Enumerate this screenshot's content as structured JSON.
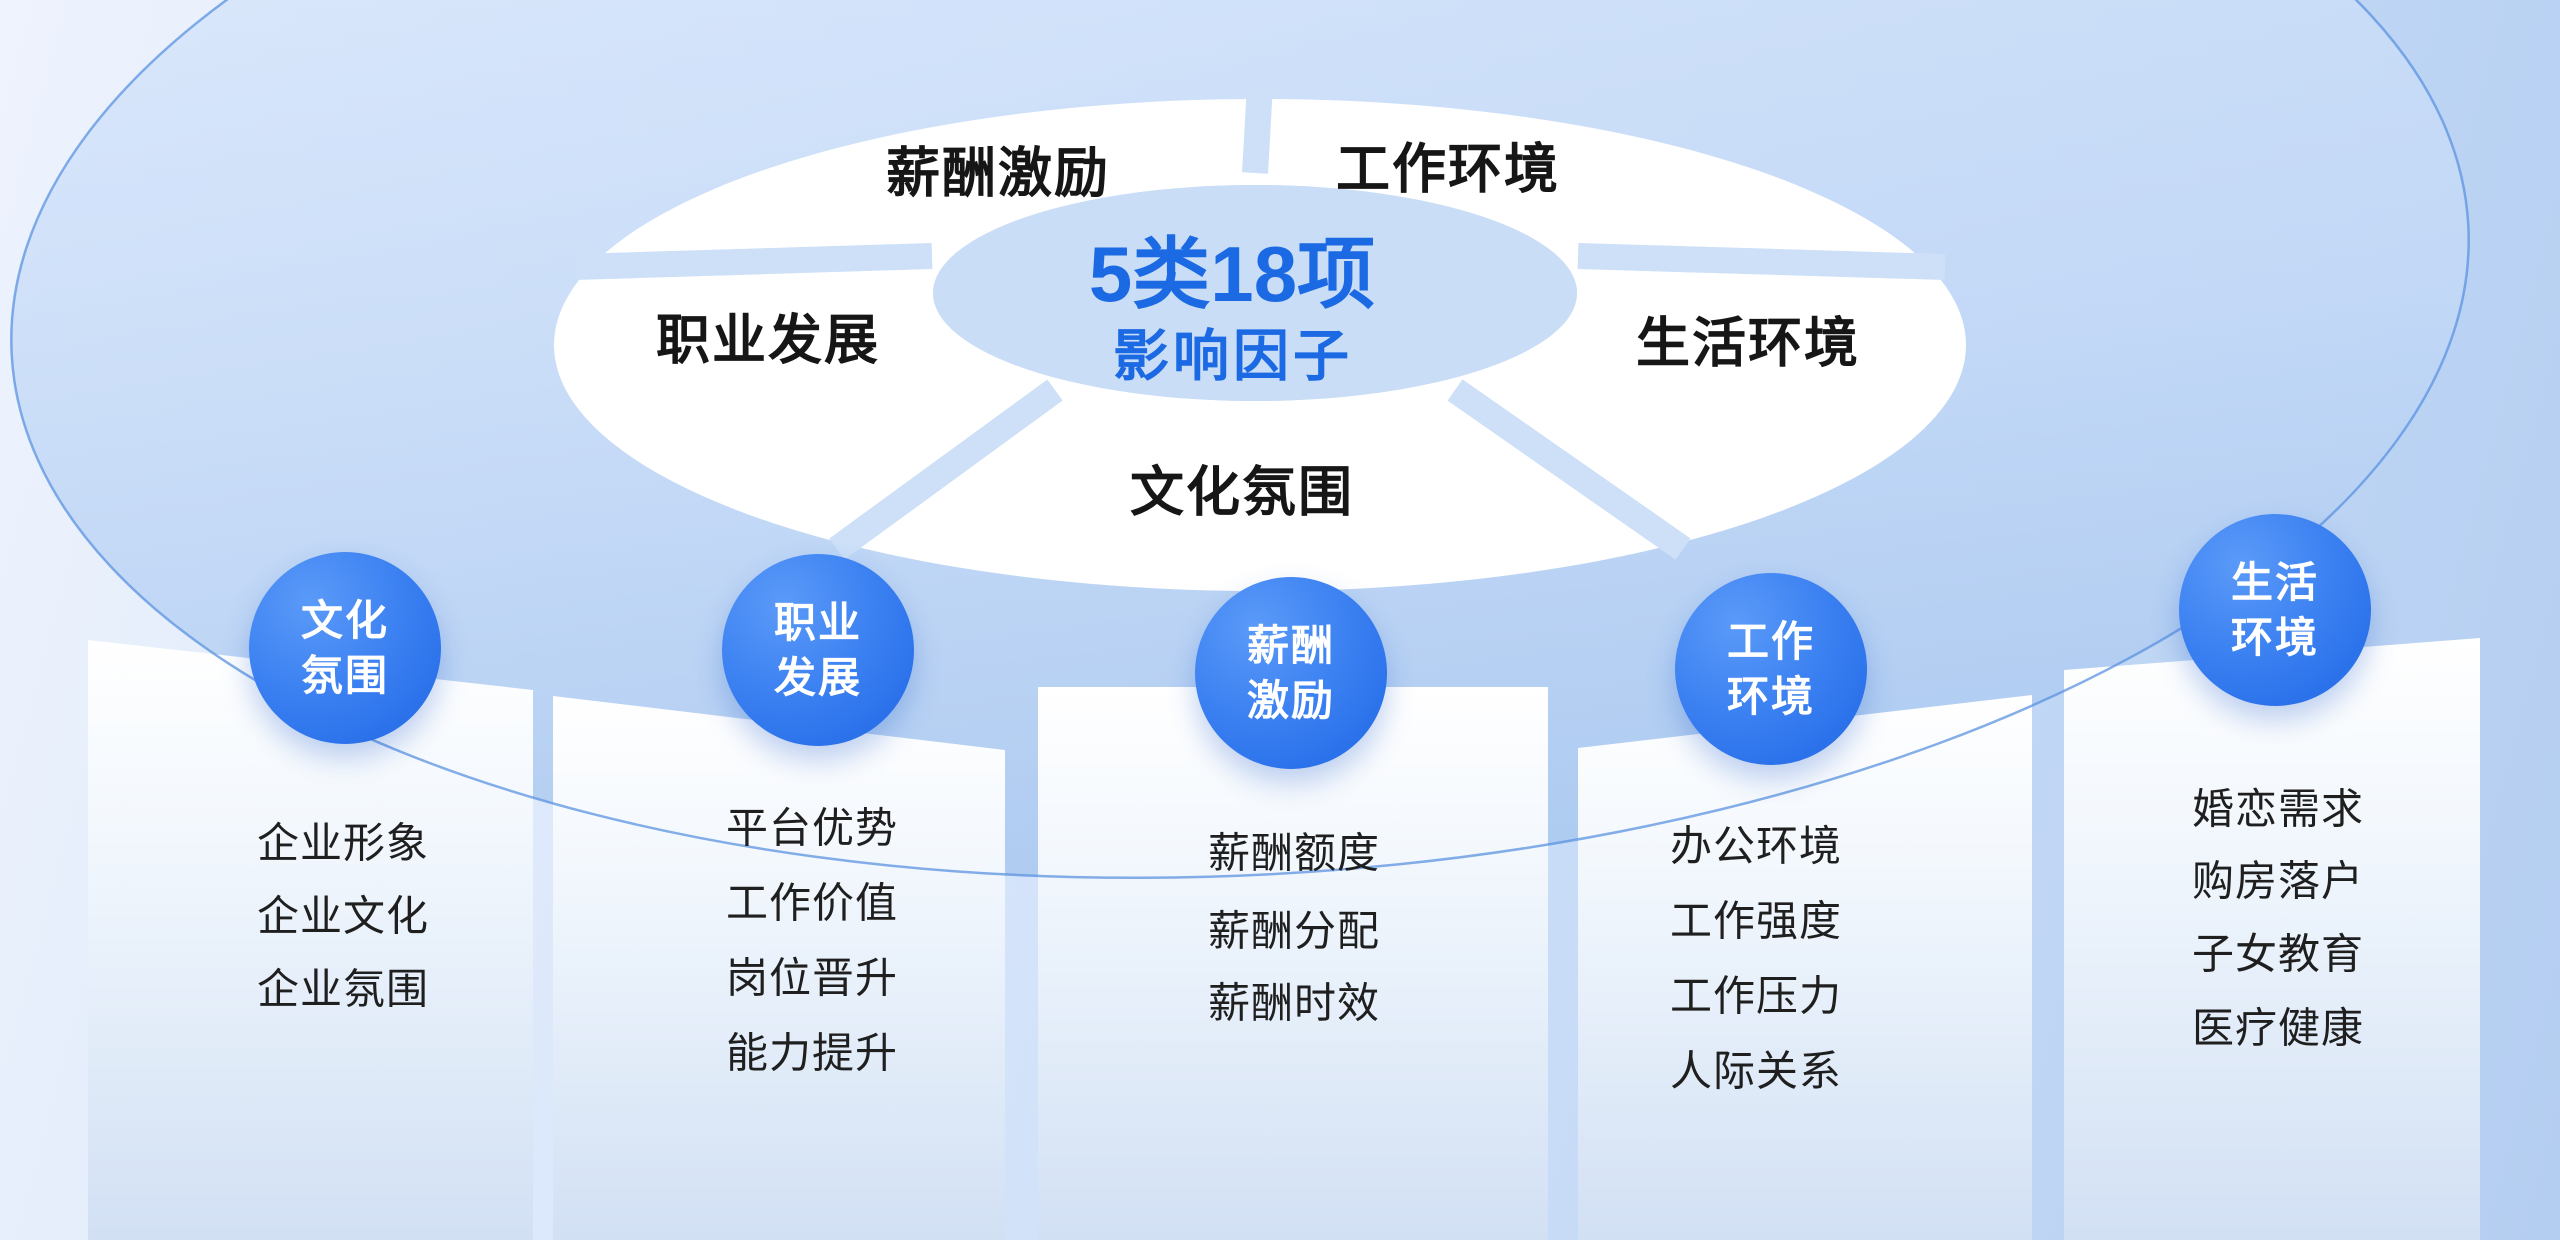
{
  "title": {
    "line1": "5类18项",
    "line2": "影响因子"
  },
  "wheel": {
    "segments": [
      {
        "label": "薪酬激励",
        "position": "top-left"
      },
      {
        "label": "工作环境",
        "position": "top-right"
      },
      {
        "label": "职业发展",
        "position": "left"
      },
      {
        "label": "生活环境",
        "position": "right"
      },
      {
        "label": "文化氛围",
        "position": "bottom"
      }
    ]
  },
  "columns": [
    {
      "circle": [
        "文化",
        "氛围"
      ],
      "items": [
        "企业形象",
        "企业文化",
        "企业氛围"
      ]
    },
    {
      "circle": [
        "职业",
        "发展"
      ],
      "items": [
        "平台优势",
        "工作价值",
        "岗位晋升",
        "能力提升"
      ]
    },
    {
      "circle": [
        "薪酬",
        "激励"
      ],
      "items": [
        "薪酬额度",
        "薪酬分配",
        "薪酬时效"
      ]
    },
    {
      "circle": [
        "工作",
        "环境"
      ],
      "items": [
        "办公环境",
        "工作强度",
        "工作压力",
        "人际关系"
      ]
    },
    {
      "circle": [
        "生活",
        "环境"
      ],
      "items": [
        "婚恋需求",
        "购房落户",
        "子女教育",
        "医疗健康"
      ]
    }
  ],
  "colors": {
    "accent_blue": "#1b6ae4",
    "circle_gradient_top": "#5a9af8",
    "circle_gradient_bottom": "#1e66e5",
    "ellipse_stroke": "#5b93e0",
    "disc_fill": "#c9ddf6",
    "segment_fill": "#ffffff",
    "label_text": "#161616"
  }
}
